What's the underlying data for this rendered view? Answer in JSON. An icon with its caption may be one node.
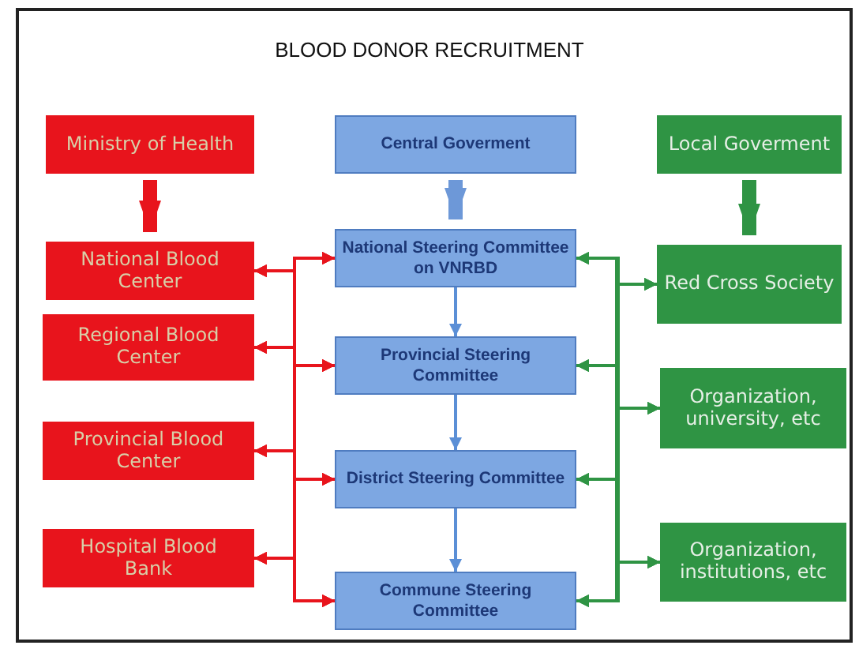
{
  "diagram": {
    "title": "BLOOD DONOR RECRUITMENT",
    "nodes": [
      {
        "text": [
          "Ministry of Health"
        ]
      },
      {
        "text": [
          "National Blood Center"
        ]
      },
      {
        "text": [
          "Regional Blood Center"
        ]
      },
      {
        "text": [
          "Provincial Blood Center"
        ]
      },
      {
        "text": [
          "Hospital Blood Bank"
        ]
      },
      {
        "text": [
          "Central Goverment"
        ]
      },
      {
        "text": [
          "National Steering Committee on VNRBD"
        ]
      },
      {
        "text": [
          "Provincial Steering Committee"
        ]
      },
      {
        "text": [
          "District Steering Committee"
        ]
      },
      {
        "text": [
          "Commune Steering Committee"
        ]
      },
      {
        "text": [
          "Local Goverment"
        ]
      },
      {
        "text": [
          "Red Cross Society"
        ]
      },
      {
        "text": [
          "Organization, university, etc"
        ]
      },
      {
        "text": [
          "Organization, institutions, etc"
        ]
      }
    ],
    "edges": [
      {
        "from": 0,
        "to": 1,
        "arrow": "to",
        "style": "thick",
        "color": "#e8141c"
      },
      {
        "from": 5,
        "to": 6,
        "arrow": "to",
        "style": "thick",
        "color": "#6d98d8"
      },
      {
        "from": 10,
        "to": 11,
        "arrow": "to",
        "style": "thick",
        "color": "#2f9444"
      },
      {
        "from": 6,
        "to": 7,
        "arrow": "to",
        "color": "#5b8fd6"
      },
      {
        "from": 7,
        "to": 8,
        "arrow": "to",
        "color": "#5b8fd6"
      },
      {
        "from": 8,
        "to": 9,
        "arrow": "to",
        "color": "#5b8fd6"
      },
      {
        "from": 1,
        "to": 6,
        "arrow": "both",
        "color": "#e8141c"
      },
      {
        "from": 1,
        "to": 7,
        "arrow": "both",
        "color": "#e8141c"
      },
      {
        "from": 1,
        "to": 8,
        "arrow": "both",
        "color": "#e8141c"
      },
      {
        "from": 1,
        "to": 9,
        "arrow": "both",
        "color": "#e8141c"
      },
      {
        "from": 2,
        "to": 6,
        "arrow": "both",
        "color": "#e8141c"
      },
      {
        "from": 2,
        "to": 7,
        "arrow": "both",
        "color": "#e8141c"
      },
      {
        "from": 2,
        "to": 8,
        "arrow": "both",
        "color": "#e8141c"
      },
      {
        "from": 2,
        "to": 9,
        "arrow": "both",
        "color": "#e8141c"
      },
      {
        "from": 3,
        "to": 6,
        "arrow": "both",
        "color": "#e8141c"
      },
      {
        "from": 3,
        "to": 7,
        "arrow": "both",
        "color": "#e8141c"
      },
      {
        "from": 3,
        "to": 8,
        "arrow": "both",
        "color": "#e8141c"
      },
      {
        "from": 3,
        "to": 9,
        "arrow": "both",
        "color": "#e8141c"
      },
      {
        "from": 4,
        "to": 6,
        "arrow": "both",
        "color": "#e8141c"
      },
      {
        "from": 4,
        "to": 7,
        "arrow": "both",
        "color": "#e8141c"
      },
      {
        "from": 4,
        "to": 8,
        "arrow": "both",
        "color": "#e8141c"
      },
      {
        "from": 4,
        "to": 9,
        "arrow": "both",
        "color": "#e8141c"
      },
      {
        "from": 6,
        "to": 11,
        "arrow": "both",
        "color": "#2f9444"
      },
      {
        "from": 6,
        "to": 12,
        "arrow": "both",
        "color": "#2f9444"
      },
      {
        "from": 6,
        "to": 13,
        "arrow": "both",
        "color": "#2f9444"
      },
      {
        "from": 7,
        "to": 11,
        "arrow": "both",
        "color": "#2f9444"
      },
      {
        "from": 7,
        "to": 12,
        "arrow": "both",
        "color": "#2f9444"
      },
      {
        "from": 7,
        "to": 13,
        "arrow": "both",
        "color": "#2f9444"
      },
      {
        "from": 8,
        "to": 11,
        "arrow": "both",
        "color": "#2f9444"
      },
      {
        "from": 8,
        "to": 12,
        "arrow": "both",
        "color": "#2f9444"
      },
      {
        "from": 8,
        "to": 13,
        "arrow": "both",
        "color": "#2f9444"
      },
      {
        "from": 9,
        "to": 11,
        "arrow": "both",
        "color": "#2f9444"
      },
      {
        "from": 9,
        "to": 12,
        "arrow": "both",
        "color": "#2f9444"
      },
      {
        "from": 9,
        "to": 13,
        "arrow": "both",
        "color": "#2f9444"
      }
    ]
  }
}
